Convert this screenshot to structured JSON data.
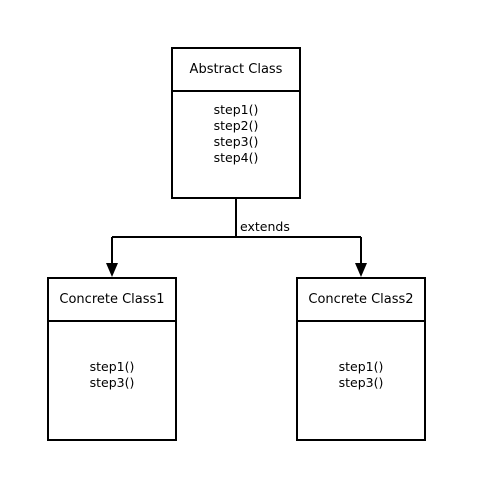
{
  "diagram": {
    "abstract": {
      "title": "Abstract Class",
      "methods": [
        "step1()",
        "step2()",
        "step3()",
        "step4()"
      ]
    },
    "concrete1": {
      "title": "Concrete Class1",
      "methods": [
        "step1()",
        "step3()"
      ]
    },
    "concrete2": {
      "title": "Concrete Class2",
      "methods": [
        "step1()",
        "step3()"
      ]
    },
    "edge_label": "extends"
  }
}
